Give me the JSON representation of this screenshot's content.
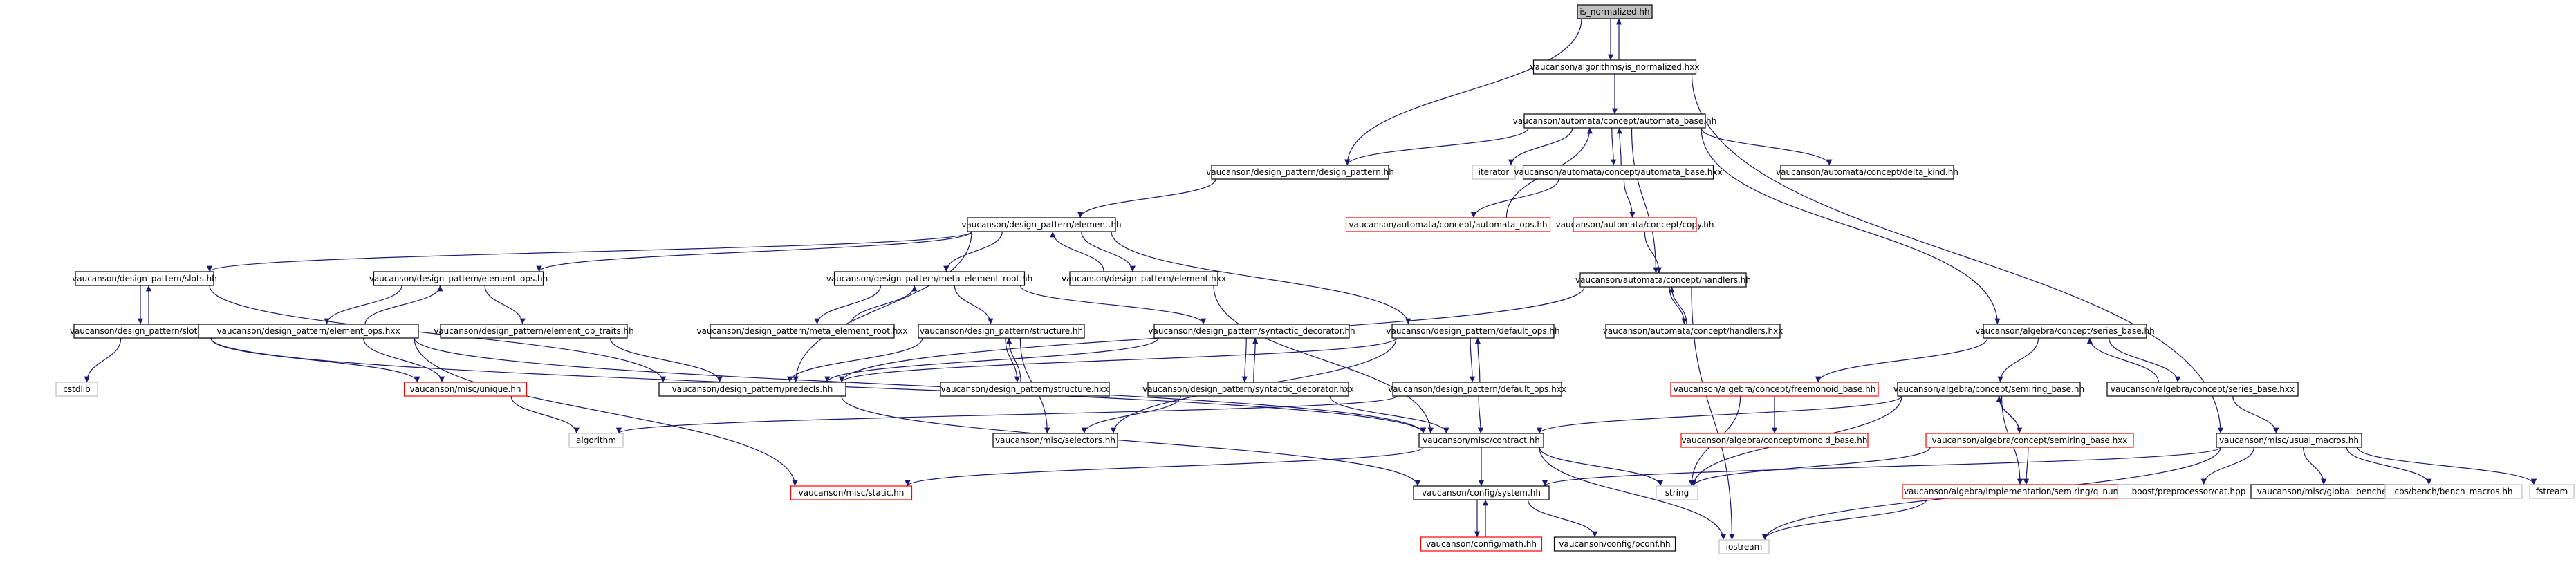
{
  "colors": {
    "edge": "#191970",
    "focus_fill": "#bfbfbf",
    "normal_border": "#000000",
    "missing_border": "#ff0000",
    "external_border": "#bfbfbf",
    "text": "#000000"
  },
  "nodes": [
    {
      "id": "n0",
      "label": "is_normalized.hh",
      "kind": "focus"
    },
    {
      "id": "n1",
      "label": "vaucanson/algorithms/is_normalized.hxx",
      "kind": "normal"
    },
    {
      "id": "n2",
      "label": "vaucanson/automata/concept/automata_base.hh",
      "kind": "normal"
    },
    {
      "id": "n3",
      "label": "vaucanson/design_pattern/design_pattern.hh",
      "kind": "normal"
    },
    {
      "id": "n4",
      "label": "iterator",
      "kind": "external"
    },
    {
      "id": "n5",
      "label": "vaucanson/automata/concept/automata_base.hxx",
      "kind": "normal"
    },
    {
      "id": "n6",
      "label": "vaucanson/automata/concept/delta_kind.hh",
      "kind": "normal"
    },
    {
      "id": "n7",
      "label": "vaucanson/design_pattern/element.hh",
      "kind": "normal"
    },
    {
      "id": "n8",
      "label": "vaucanson/automata/concept/automata_ops.hh",
      "kind": "missing"
    },
    {
      "id": "n9",
      "label": "vaucanson/automata/concept/copy.hh",
      "kind": "missing"
    },
    {
      "id": "n10",
      "label": "vaucanson/design_pattern/slots.hh",
      "kind": "normal"
    },
    {
      "id": "n11",
      "label": "vaucanson/design_pattern/element_ops.hh",
      "kind": "normal"
    },
    {
      "id": "n12",
      "label": "vaucanson/design_pattern/meta_element_root.hh",
      "kind": "normal"
    },
    {
      "id": "n13",
      "label": "vaucanson/design_pattern/element.hxx",
      "kind": "normal"
    },
    {
      "id": "n14",
      "label": "vaucanson/automata/concept/handlers.hh",
      "kind": "normal"
    },
    {
      "id": "n15",
      "label": "vaucanson/design_pattern/slots.hxx",
      "kind": "normal"
    },
    {
      "id": "n16",
      "label": "vaucanson/design_pattern/element_ops.hxx",
      "kind": "normal"
    },
    {
      "id": "n17",
      "label": "vaucanson/design_pattern/element_op_traits.hh",
      "kind": "normal"
    },
    {
      "id": "n18",
      "label": "vaucanson/design_pattern/meta_element_root.hxx",
      "kind": "normal"
    },
    {
      "id": "n19",
      "label": "vaucanson/design_pattern/structure.hh",
      "kind": "normal"
    },
    {
      "id": "n20",
      "label": "vaucanson/design_pattern/syntactic_decorator.hh",
      "kind": "normal"
    },
    {
      "id": "n21",
      "label": "vaucanson/design_pattern/default_ops.hh",
      "kind": "normal"
    },
    {
      "id": "n22",
      "label": "vaucanson/automata/concept/handlers.hxx",
      "kind": "normal"
    },
    {
      "id": "n23",
      "label": "vaucanson/algebra/concept/series_base.hh",
      "kind": "normal"
    },
    {
      "id": "n24",
      "label": "cstdlib",
      "kind": "external"
    },
    {
      "id": "n25",
      "label": "vaucanson/misc/unique.hh",
      "kind": "missing"
    },
    {
      "id": "n26",
      "label": "vaucanson/design_pattern/predecls.hh",
      "kind": "normal"
    },
    {
      "id": "n27",
      "label": "vaucanson/design_pattern/structure.hxx",
      "kind": "normal"
    },
    {
      "id": "n28",
      "label": "vaucanson/design_pattern/syntactic_decorator.hxx",
      "kind": "normal"
    },
    {
      "id": "n29",
      "label": "vaucanson/design_pattern/default_ops.hxx",
      "kind": "normal"
    },
    {
      "id": "n30",
      "label": "vaucanson/algebra/concept/freemonoid_base.hh",
      "kind": "missing"
    },
    {
      "id": "n31",
      "label": "vaucanson/algebra/concept/semiring_base.hh",
      "kind": "normal"
    },
    {
      "id": "n32",
      "label": "vaucanson/algebra/concept/series_base.hxx",
      "kind": "normal"
    },
    {
      "id": "n33",
      "label": "algorithm",
      "kind": "external"
    },
    {
      "id": "n34",
      "label": "vaucanson/misc/selectors.hh",
      "kind": "normal"
    },
    {
      "id": "n35",
      "label": "vaucanson/misc/contract.hh",
      "kind": "normal"
    },
    {
      "id": "n36",
      "label": "vaucanson/algebra/concept/monoid_base.hh",
      "kind": "missing"
    },
    {
      "id": "n37",
      "label": "vaucanson/algebra/concept/semiring_base.hxx",
      "kind": "missing"
    },
    {
      "id": "n38",
      "label": "vaucanson/misc/usual_macros.hh",
      "kind": "normal"
    },
    {
      "id": "n39",
      "label": "vaucanson/misc/static.hh",
      "kind": "missing"
    },
    {
      "id": "n40",
      "label": "string",
      "kind": "external"
    },
    {
      "id": "n41",
      "label": "vaucanson/algebra/implementation/semiring/q_number.hh",
      "kind": "missing"
    },
    {
      "id": "n42",
      "label": "boost/preprocessor/cat.hpp",
      "kind": "external"
    },
    {
      "id": "n43",
      "label": "vaucanson/misc/global_bencher.hh",
      "kind": "normal"
    },
    {
      "id": "n44",
      "label": "cbs/bench/bench_macros.hh",
      "kind": "external"
    },
    {
      "id": "n45",
      "label": "fstream",
      "kind": "external"
    },
    {
      "id": "n46",
      "label": "vaucanson/config/system.hh",
      "kind": "normal"
    },
    {
      "id": "n47",
      "label": "vaucanson/config/math.hh",
      "kind": "missing"
    },
    {
      "id": "n48",
      "label": "vaucanson/config/pconf.hh",
      "kind": "normal"
    },
    {
      "id": "n49",
      "label": "iostream",
      "kind": "external"
    }
  ],
  "edges": [
    [
      "n0",
      "n1"
    ],
    [
      "n1",
      "n0"
    ],
    [
      "n0",
      "n3"
    ],
    [
      "n1",
      "n2"
    ],
    [
      "n1",
      "n38"
    ],
    [
      "n2",
      "n3"
    ],
    [
      "n2",
      "n4"
    ],
    [
      "n2",
      "n5"
    ],
    [
      "n5",
      "n2"
    ],
    [
      "n2",
      "n6"
    ],
    [
      "n2",
      "n14"
    ],
    [
      "n2",
      "n23"
    ],
    [
      "n5",
      "n8"
    ],
    [
      "n5",
      "n9"
    ],
    [
      "n8",
      "n2"
    ],
    [
      "n9",
      "n14"
    ],
    [
      "n3",
      "n7"
    ],
    [
      "n7",
      "n10"
    ],
    [
      "n7",
      "n11"
    ],
    [
      "n7",
      "n12"
    ],
    [
      "n7",
      "n13"
    ],
    [
      "n13",
      "n7"
    ],
    [
      "n7",
      "n26"
    ],
    [
      "n7",
      "n21"
    ],
    [
      "n13",
      "n35"
    ],
    [
      "n10",
      "n15"
    ],
    [
      "n15",
      "n10"
    ],
    [
      "n10",
      "n26"
    ],
    [
      "n15",
      "n24"
    ],
    [
      "n15",
      "n25"
    ],
    [
      "n15",
      "n35"
    ],
    [
      "n11",
      "n16"
    ],
    [
      "n16",
      "n11"
    ],
    [
      "n11",
      "n17"
    ],
    [
      "n16",
      "n25"
    ],
    [
      "n16",
      "n39"
    ],
    [
      "n16",
      "n35"
    ],
    [
      "n17",
      "n26"
    ],
    [
      "n12",
      "n18"
    ],
    [
      "n18",
      "n12"
    ],
    [
      "n12",
      "n19"
    ],
    [
      "n12",
      "n20"
    ],
    [
      "n19",
      "n27"
    ],
    [
      "n27",
      "n19"
    ],
    [
      "n19",
      "n26"
    ],
    [
      "n19",
      "n34"
    ],
    [
      "n20",
      "n28"
    ],
    [
      "n28",
      "n20"
    ],
    [
      "n20",
      "n26"
    ],
    [
      "n28",
      "n34"
    ],
    [
      "n28",
      "n35"
    ],
    [
      "n21",
      "n29"
    ],
    [
      "n29",
      "n21"
    ],
    [
      "n21",
      "n26"
    ],
    [
      "n21",
      "n34"
    ],
    [
      "n29",
      "n33"
    ],
    [
      "n29",
      "n35"
    ],
    [
      "n14",
      "n22"
    ],
    [
      "n22",
      "n14"
    ],
    [
      "n14",
      "n26"
    ],
    [
      "n14",
      "n49"
    ],
    [
      "n25",
      "n33"
    ],
    [
      "n26",
      "n46"
    ],
    [
      "n23",
      "n30"
    ],
    [
      "n23",
      "n31"
    ],
    [
      "n23",
      "n32"
    ],
    [
      "n32",
      "n23"
    ],
    [
      "n30",
      "n36"
    ],
    [
      "n30",
      "n40"
    ],
    [
      "n31",
      "n37"
    ],
    [
      "n37",
      "n31"
    ],
    [
      "n31",
      "n35"
    ],
    [
      "n31",
      "n40"
    ],
    [
      "n31",
      "n41"
    ],
    [
      "n32",
      "n38"
    ],
    [
      "n37",
      "n40"
    ],
    [
      "n37",
      "n41"
    ],
    [
      "n41",
      "n49"
    ],
    [
      "n38",
      "n46"
    ],
    [
      "n38",
      "n42"
    ],
    [
      "n38",
      "n43"
    ],
    [
      "n38",
      "n44"
    ],
    [
      "n38",
      "n45"
    ],
    [
      "n38",
      "n49"
    ],
    [
      "n35",
      "n39"
    ],
    [
      "n35",
      "n46"
    ],
    [
      "n35",
      "n40"
    ],
    [
      "n35",
      "n49"
    ],
    [
      "n46",
      "n47"
    ],
    [
      "n47",
      "n46"
    ],
    [
      "n46",
      "n48"
    ]
  ]
}
